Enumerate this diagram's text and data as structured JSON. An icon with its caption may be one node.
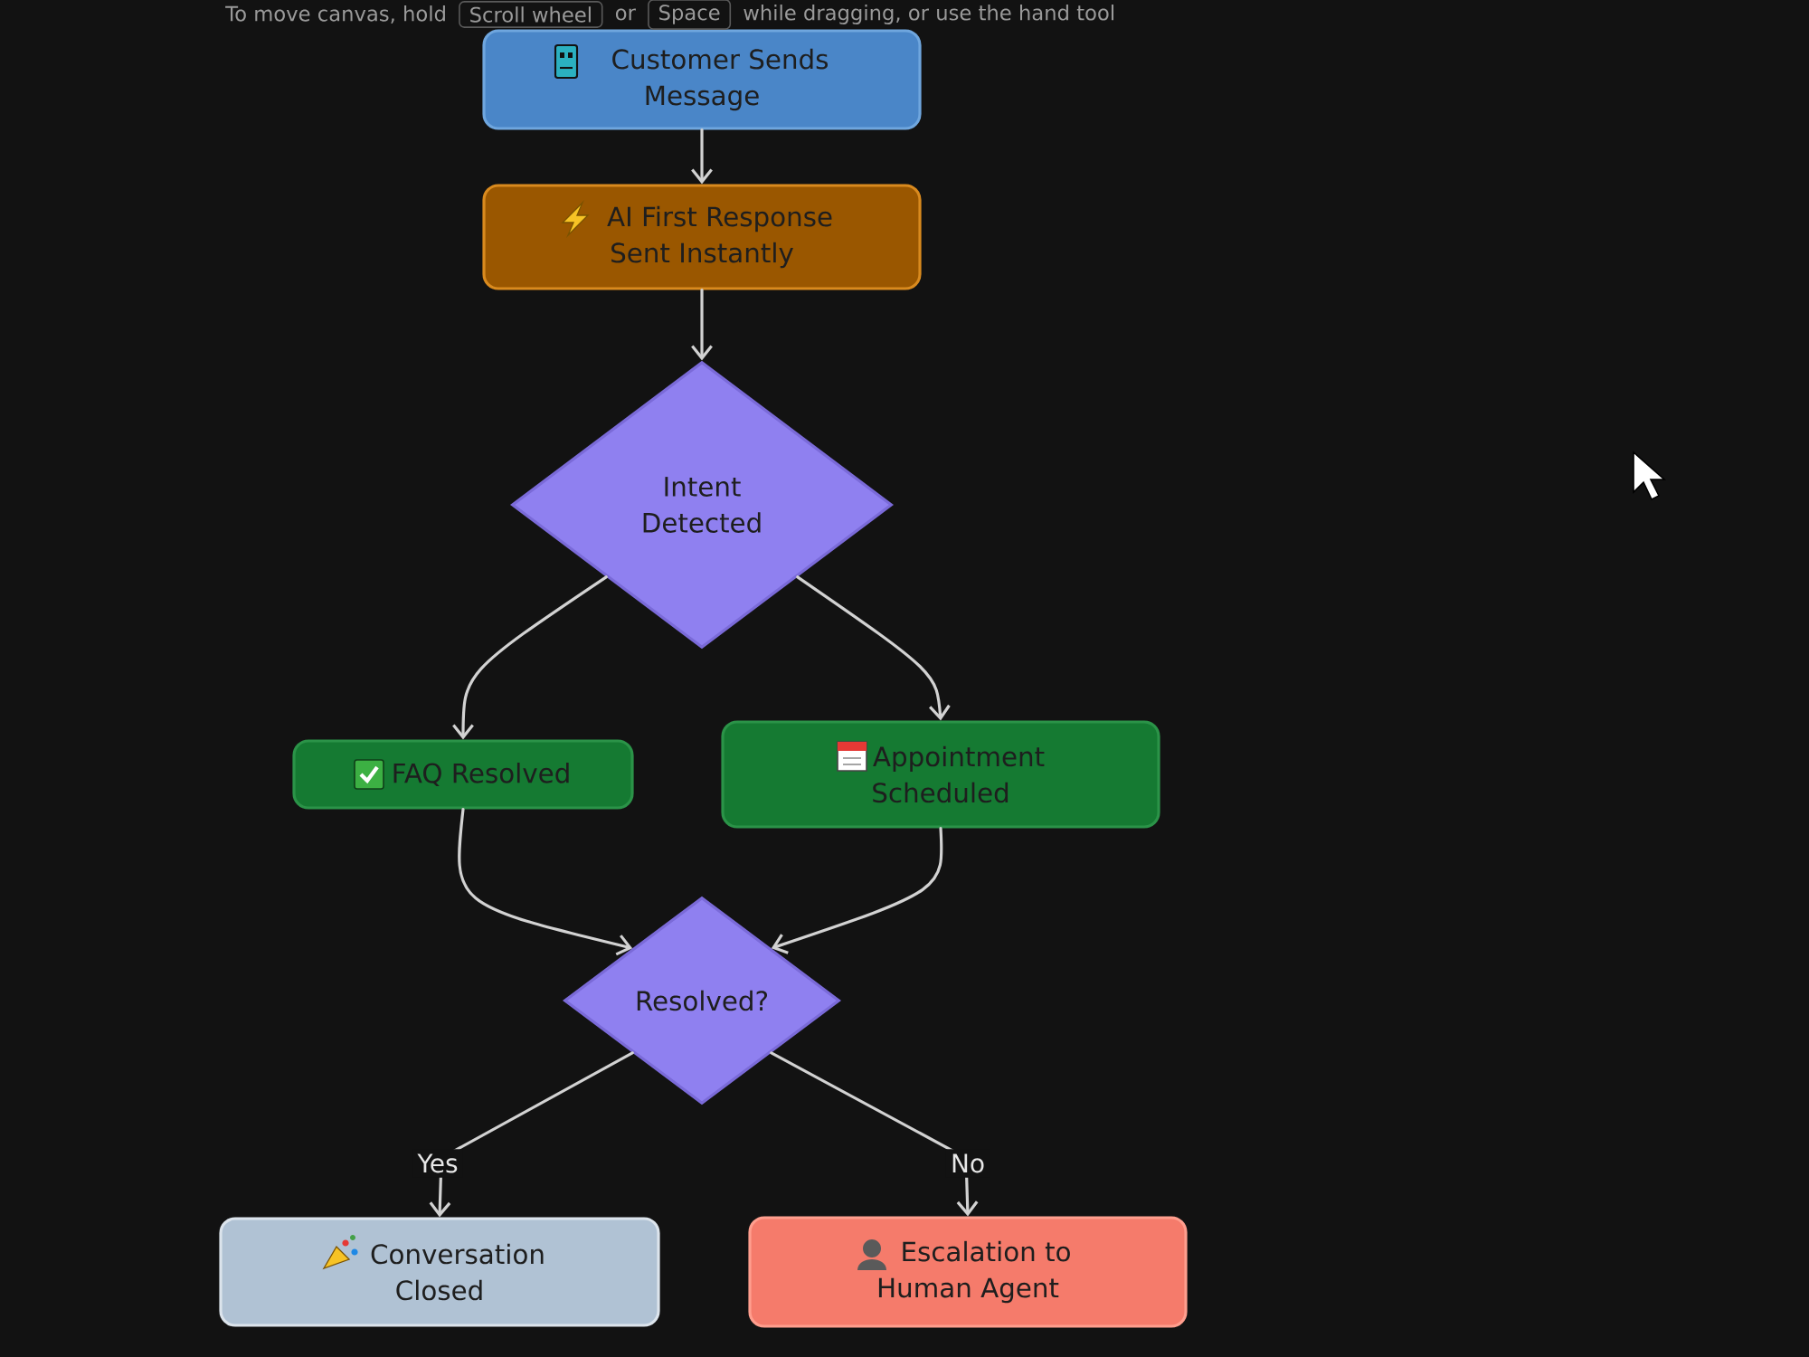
{
  "diagram": {
    "nodes": [
      {
        "text": [
          "Customer Sends Message"
        ]
      },
      {
        "text": [
          "AI First Response Sent Instantly"
        ]
      },
      {
        "text": [
          "Intent Detected"
        ]
      },
      {
        "text": [
          "FAQ Resolved"
        ]
      },
      {
        "text": [
          "Appointment Scheduled"
        ]
      },
      {
        "text": [
          "Resolved?"
        ]
      },
      {
        "text": [
          "Conversation Closed"
        ]
      },
      {
        "text": [
          "Escalation to Human Agent"
        ]
      }
    ],
    "edges": [
      {
        "from": 0,
        "to": 1,
        "arrow": "to"
      },
      {
        "from": 1,
        "to": 2,
        "arrow": "to"
      },
      {
        "from": 2,
        "to": 3,
        "arrow": "to"
      },
      {
        "from": 2,
        "to": 4,
        "arrow": "to"
      },
      {
        "from": 3,
        "to": 5,
        "arrow": "to"
      },
      {
        "from": 4,
        "to": 5,
        "arrow": "to"
      },
      {
        "from": 5,
        "to": 6,
        "arrow": "to",
        "label": "Yes"
      },
      {
        "from": 5,
        "to": 7,
        "arrow": "to",
        "label": "No"
      }
    ],
    "labels": [
      "To move canvas, hold",
      "Scroll wheel",
      "or",
      "Space",
      "while dragging, or use the hand tool"
    ]
  }
}
